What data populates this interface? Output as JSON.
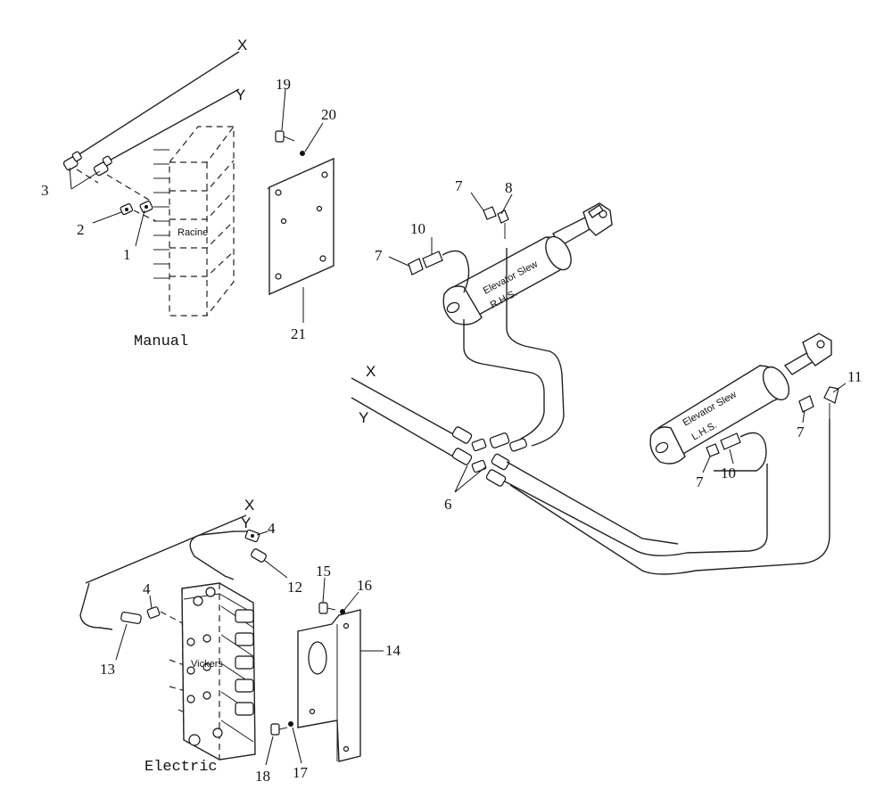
{
  "captions": {
    "manual": "Manual",
    "electric": "Electric"
  },
  "valve_names": {
    "manual": "Racine",
    "electric": "Vickers"
  },
  "cylinders": {
    "rhs": {
      "line1": "Elevator Slew",
      "line2": "R.H.S."
    },
    "lhs": {
      "line1": "Elevator Slew",
      "line2": "L.H.S."
    }
  },
  "ports": {
    "manual_x": "X",
    "manual_y": "Y",
    "mid_x": "X",
    "mid_y": "Y",
    "elec_x": "X",
    "elec_y": "Y"
  },
  "callouts": {
    "c1": "1",
    "c2": "2",
    "c3": "3",
    "c4a": "4",
    "c4b": "4",
    "c6": "6",
    "c7a": "7",
    "c7b": "7",
    "c7c": "7",
    "c7d": "7",
    "c8": "8",
    "c10a": "10",
    "c10b": "10",
    "c11": "11",
    "c12": "12",
    "c13": "13",
    "c14": "14",
    "c15": "15",
    "c16": "16",
    "c17": "17",
    "c18": "18",
    "c19": "19",
    "c20": "20",
    "c21": "21"
  }
}
